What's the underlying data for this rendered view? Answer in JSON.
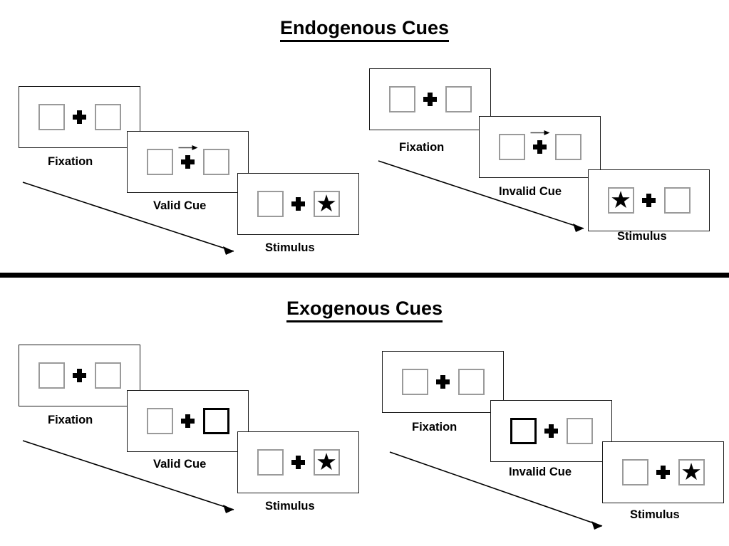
{
  "figure": {
    "title_endogenous": "Endogenous Cues",
    "title_exogenous": "Exogenous Cues",
    "divider_color": "#000000",
    "box_border_color": "#9a9a9a",
    "cued_box_border_color": "#000000",
    "panel_border_color": "#1a1a1a",
    "stimulus_glyph": "★",
    "background_color": "#ffffff"
  },
  "sections": [
    {
      "id": "endogenous",
      "title": "Endogenous Cues",
      "sequences": [
        {
          "id": "endogenous-valid",
          "condition": "Valid Cue",
          "panels": [
            {
              "label": "Fixation",
              "cue_type": "none",
              "cue_side": "none",
              "target_side": "none"
            },
            {
              "label": "Valid Cue",
              "cue_type": "arrow",
              "cue_side": "right",
              "target_side": "none"
            },
            {
              "label": "Stimulus",
              "cue_type": "none",
              "cue_side": "none",
              "target_side": "right"
            }
          ]
        },
        {
          "id": "endogenous-invalid",
          "condition": "Invalid Cue",
          "panels": [
            {
              "label": "Fixation",
              "cue_type": "none",
              "cue_side": "none",
              "target_side": "none"
            },
            {
              "label": "Invalid Cue",
              "cue_type": "arrow",
              "cue_side": "right",
              "target_side": "none"
            },
            {
              "label": "Stimulus",
              "cue_type": "none",
              "cue_side": "none",
              "target_side": "left"
            }
          ]
        }
      ]
    },
    {
      "id": "exogenous",
      "title": "Exogenous Cues",
      "sequences": [
        {
          "id": "exogenous-valid",
          "condition": "Valid Cue",
          "panels": [
            {
              "label": "Fixation",
              "cue_type": "none",
              "cue_side": "none",
              "target_side": "none"
            },
            {
              "label": "Valid Cue",
              "cue_type": "box-flash",
              "cue_side": "right",
              "target_side": "none"
            },
            {
              "label": "Stimulus",
              "cue_type": "none",
              "cue_side": "none",
              "target_side": "right"
            }
          ]
        },
        {
          "id": "exogenous-invalid",
          "condition": "Invalid Cue",
          "panels": [
            {
              "label": "Fixation",
              "cue_type": "none",
              "cue_side": "none",
              "target_side": "none"
            },
            {
              "label": "Invalid Cue",
              "cue_type": "box-flash",
              "cue_side": "left",
              "target_side": "none"
            },
            {
              "label": "Stimulus",
              "cue_type": "none",
              "cue_side": "none",
              "target_side": "right"
            }
          ]
        }
      ]
    }
  ],
  "labels": {
    "fixation": "Fixation",
    "valid_cue": "Valid Cue",
    "invalid_cue": "Invalid Cue",
    "stimulus": "Stimulus"
  }
}
